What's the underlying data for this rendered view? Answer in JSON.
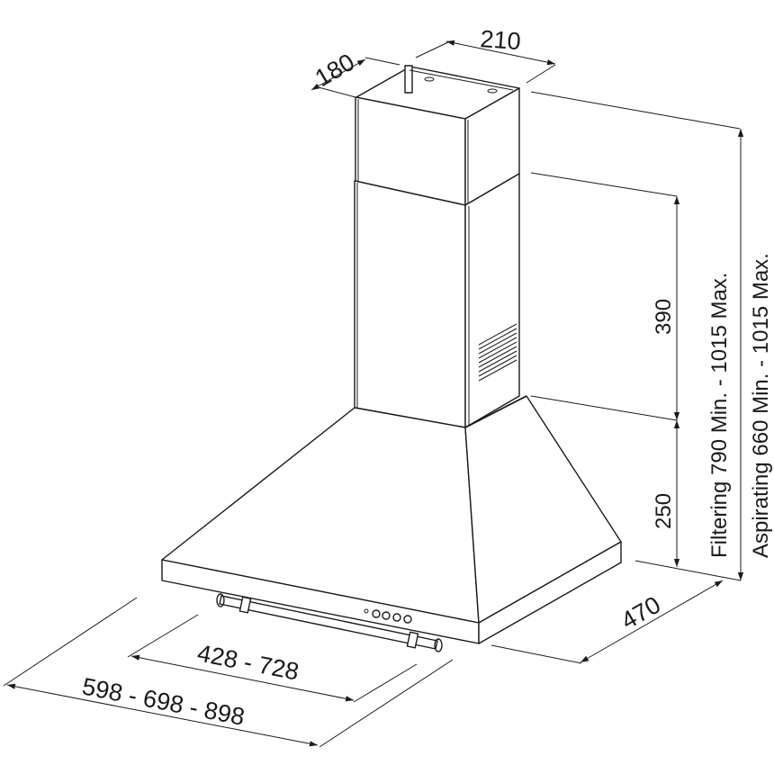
{
  "drawing": {
    "subject": "Chimney cooker hood dimension drawing",
    "units": "mm",
    "line_color": "#1a1a1a",
    "background": "#ffffff"
  },
  "dimensions": {
    "chimney_depth": "180",
    "chimney_width": "210",
    "upper_chimney_height": "390",
    "canopy_height": "250",
    "filtering_height": "Filtering 790 Min. - 1015 Max.",
    "aspirating_height": "Aspirating 660 Min. - 1015 Max.",
    "hood_depth": "470",
    "rail_width": "428 - 728",
    "hood_width": "598 - 698 - 898"
  },
  "parts": {
    "chimney": "telescopic chimney",
    "vent_grille": "vent-grille",
    "canopy": "pyramid canopy",
    "control_buttons_count": 4,
    "towel_rail": "front rail"
  }
}
